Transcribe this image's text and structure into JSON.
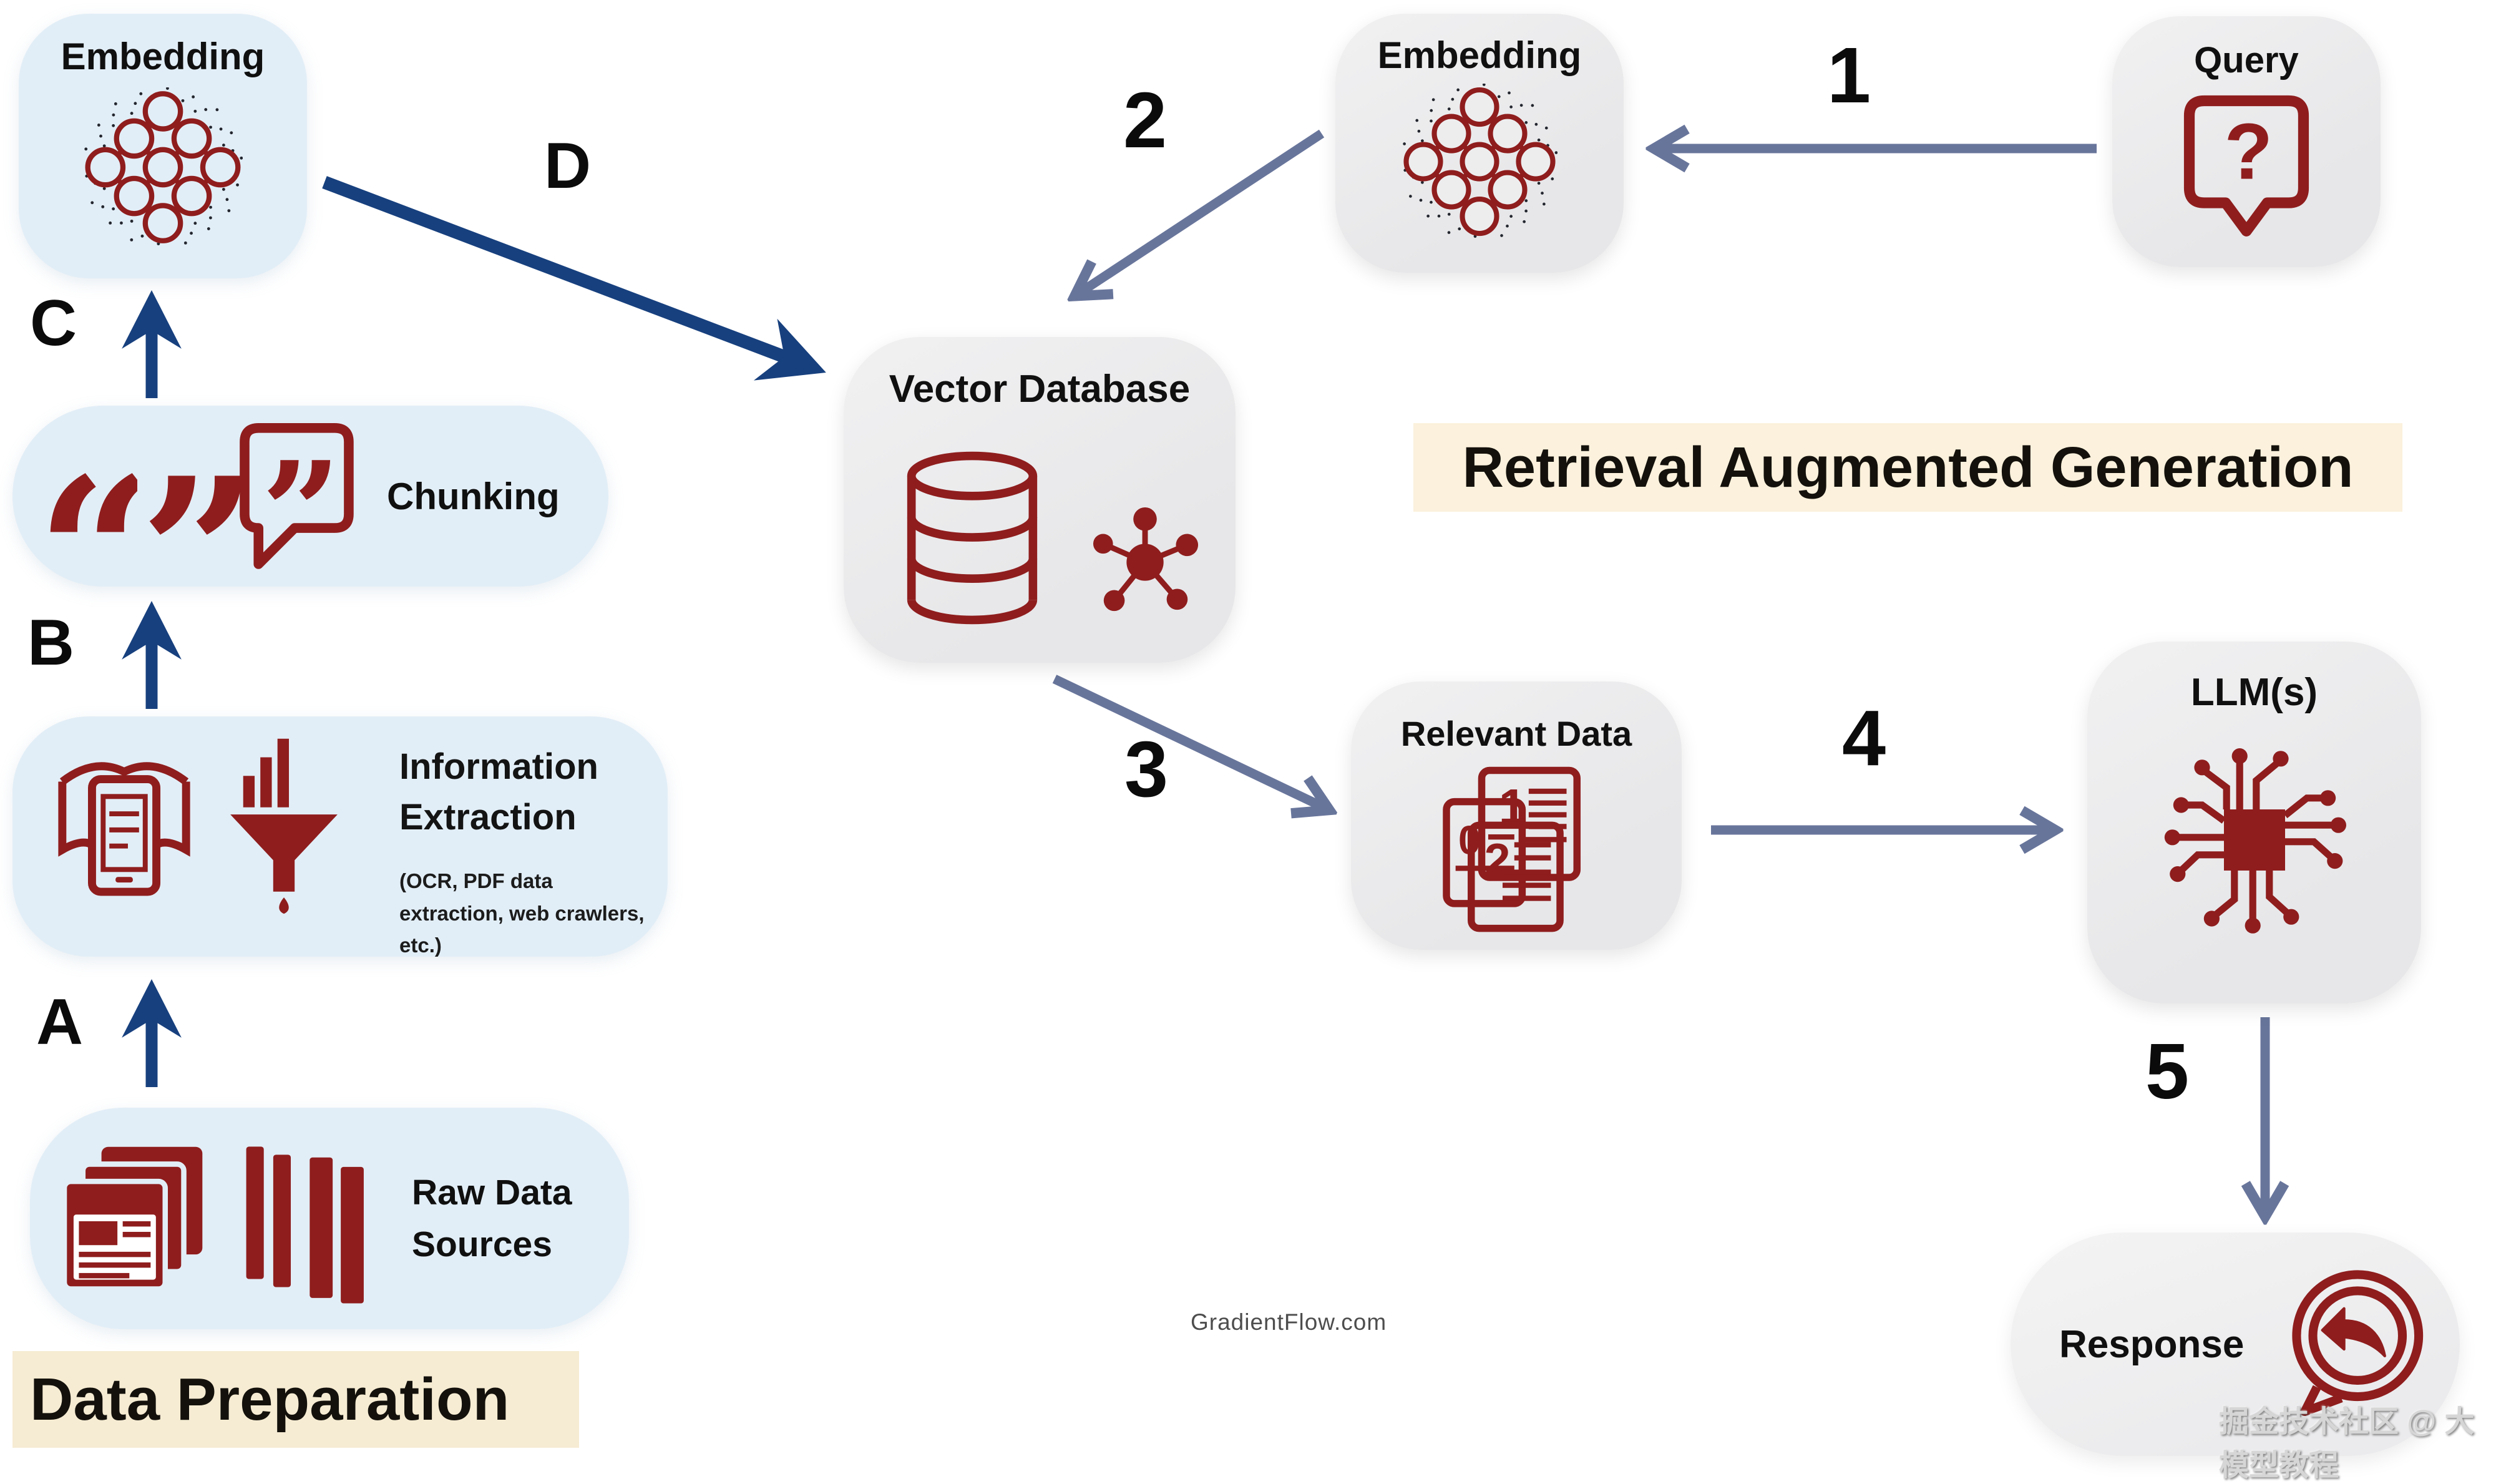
{
  "diagram": {
    "boxes": {
      "embedding_left": {
        "title": "Embedding"
      },
      "chunking": {
        "title": "Chunking"
      },
      "information_extraction": {
        "title": "Information Extraction",
        "subtitle": "(OCR, PDF data extraction, web crawlers, etc.)"
      },
      "raw_data_sources": {
        "title": "Raw Data Sources"
      },
      "vector_database": {
        "title": "Vector Database"
      },
      "embedding_query": {
        "title": "Embedding"
      },
      "query": {
        "title": "Query"
      },
      "relevant_data": {
        "title": "Relevant Data"
      },
      "llms": {
        "title": "LLM(s)"
      },
      "response": {
        "title": "Response"
      }
    },
    "section_labels": {
      "data_preparation": "Data Preparation",
      "rag": "Retrieval Augmented Generation"
    },
    "step_labels": {
      "a": "A",
      "b": "B",
      "c": "C",
      "d": "D",
      "n1": "1",
      "n2": "2",
      "n3": "3",
      "n4": "4",
      "n5": "5"
    },
    "icon_glyphs": {
      "open_quote": "“",
      "close_quote": "”",
      "question_mark": "?"
    },
    "watermarks": {
      "site": "GradientFlow.com",
      "community": "掘金技术社区 @ 大模型教程"
    },
    "colors": {
      "accent_red": "#8f1d1d",
      "navy_arrow": "#17407e",
      "slate_arrow": "#68759b",
      "panel_blue": "#e2eef7",
      "panel_gray": "#ececee",
      "band_cream": "#fbf1dc",
      "band_tan": "#f6ecd3"
    }
  }
}
